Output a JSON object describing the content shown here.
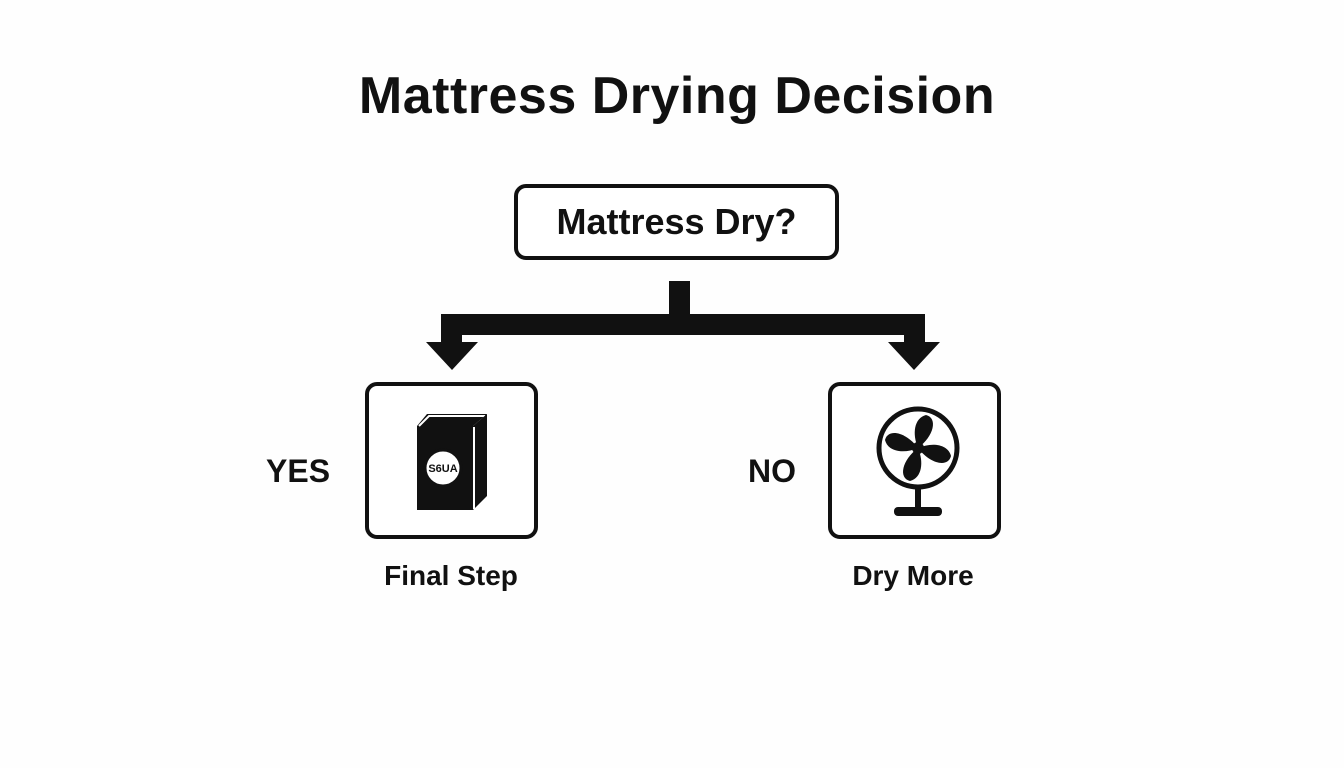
{
  "title": "Mattress Drying Decision",
  "decision": {
    "question": "Mattress Dry?"
  },
  "branches": {
    "yes": {
      "label": "YES",
      "caption": "Final Step",
      "icon": "product-box-icon",
      "icon_text": "S6UA"
    },
    "no": {
      "label": "NO",
      "caption": "Dry More",
      "icon": "fan-icon"
    }
  },
  "colors": {
    "ink": "#111111",
    "background": "#fefefe"
  }
}
